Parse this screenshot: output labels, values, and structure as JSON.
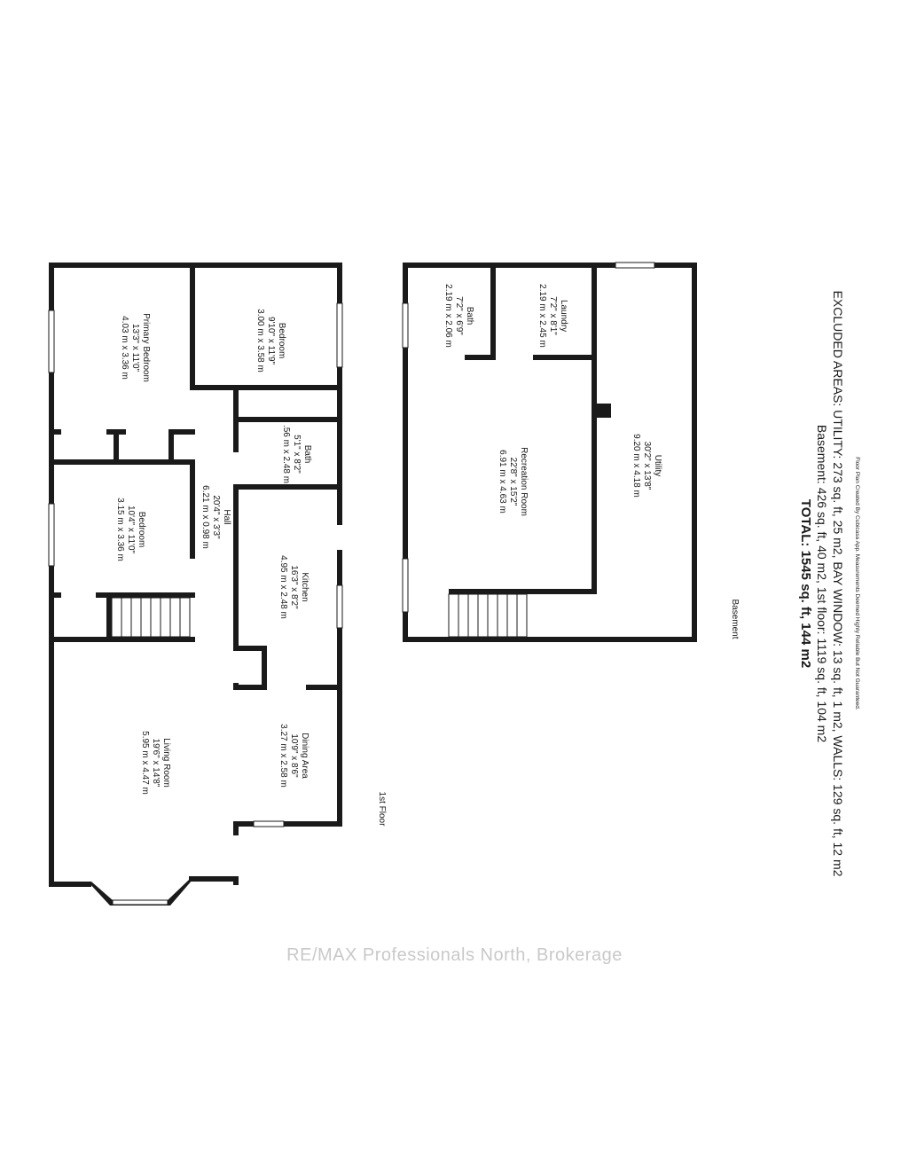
{
  "first_floor": {
    "label": "1st Floor",
    "rooms": {
      "primary_bedroom": {
        "name": "Primary Bedroom",
        "imperial": "13'3\" x 11'0\"",
        "metric": "4.03 m x 3.36 m"
      },
      "bedroom_a": {
        "name": "Bedroom",
        "imperial": "9'10\" x 11'9\"",
        "metric": "3.00 m x 3.58 m"
      },
      "bath": {
        "name": "Bath",
        "imperial": "5'1\" x 8'2\"",
        "metric": ".56 m x 2.48 m"
      },
      "bedroom_b": {
        "name": "Bedroom",
        "imperial": "10'4\" x 11'0\"",
        "metric": "3.15 m x 3.36 m"
      },
      "hall": {
        "name": "Hall",
        "imperial": "20'4\" x 3'3\"",
        "metric": "6.21 m x 0.98 m"
      },
      "kitchen": {
        "name": "Kitchen",
        "imperial": "16'3\" x 8'2\"",
        "metric": "4.95 m x 2.48 m"
      },
      "living_room": {
        "name": "Living Room",
        "imperial": "19'6\" x 14'8\"",
        "metric": "5.95 m x 4.47 m"
      },
      "dining_area": {
        "name": "Dining Area",
        "imperial": "10'9\" x 8'6\"",
        "metric": "3.27 m x 2.58 m"
      }
    }
  },
  "basement": {
    "label": "Basement",
    "rooms": {
      "bath": {
        "name": "Bath",
        "imperial": "7'2\" x 6'9\"",
        "metric": "2.19 m x 2.06 m"
      },
      "laundry": {
        "name": "Laundry",
        "imperial": "7'2\" x 8'1\"",
        "metric": "2.19 m x 2.45 m"
      },
      "recreation_room": {
        "name": "Recreation Room",
        "imperial": "22'8\" x 15'2\"",
        "metric": "6.91 m x 4.63 m"
      },
      "utility": {
        "name": "Utility",
        "imperial": "30'2\" x 13'8\"",
        "metric": "9.20 m x 4.18 m"
      }
    }
  },
  "summary": {
    "total": "TOTAL: 1545 sq. ft, 144 m2",
    "breakdown": "Basement: 426 sq. ft, 40 m2, 1st floor: 1119 sq. ft, 104 m2",
    "excluded": "EXCLUDED AREAS: UTILITY: 273 sq. ft, 25 m2, BAY WINDOW: 13 sq. ft, 1 m2, WALLS: 129 sq. ft, 12 m2",
    "disclaimer": "Floor Plan Created By Cubicasa App. Measurements Deemed Highly Reliable But Not Guaranteed."
  },
  "watermark": "RE/MAX Professionals North, Brokerage"
}
